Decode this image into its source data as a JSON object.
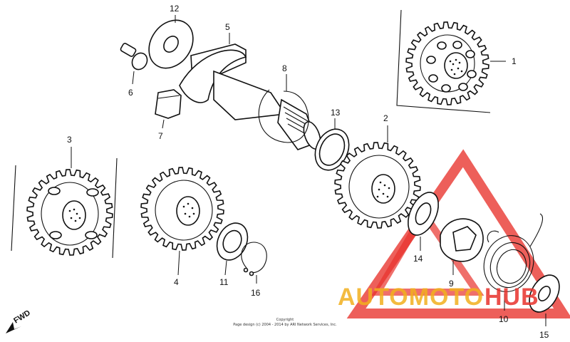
{
  "parts": [
    {
      "id": "p1",
      "label": "1"
    },
    {
      "id": "p2",
      "label": "2"
    },
    {
      "id": "p3",
      "label": "3"
    },
    {
      "id": "p4",
      "label": "4"
    },
    {
      "id": "p5",
      "label": "5"
    },
    {
      "id": "p6",
      "label": "6"
    },
    {
      "id": "p7",
      "label": "7"
    },
    {
      "id": "p8",
      "label": "8"
    },
    {
      "id": "p9",
      "label": "9"
    },
    {
      "id": "p10",
      "label": "10"
    },
    {
      "id": "p11",
      "label": "11"
    },
    {
      "id": "p12",
      "label": "12"
    },
    {
      "id": "p13",
      "label": "13"
    },
    {
      "id": "p14",
      "label": "14"
    },
    {
      "id": "p15",
      "label": "15"
    },
    {
      "id": "p16",
      "label": "16"
    }
  ],
  "direction_label": "FWD",
  "copyright": {
    "line1": "Copyright",
    "line2": "Page design (c) 2004 - 2014 by ARI Network Services, Inc."
  },
  "watermark": {
    "text_a": "AUTOMOTO",
    "text_b": "HUB",
    "color_primary": "#e8322c",
    "color_secondary": "#f2b01e"
  }
}
